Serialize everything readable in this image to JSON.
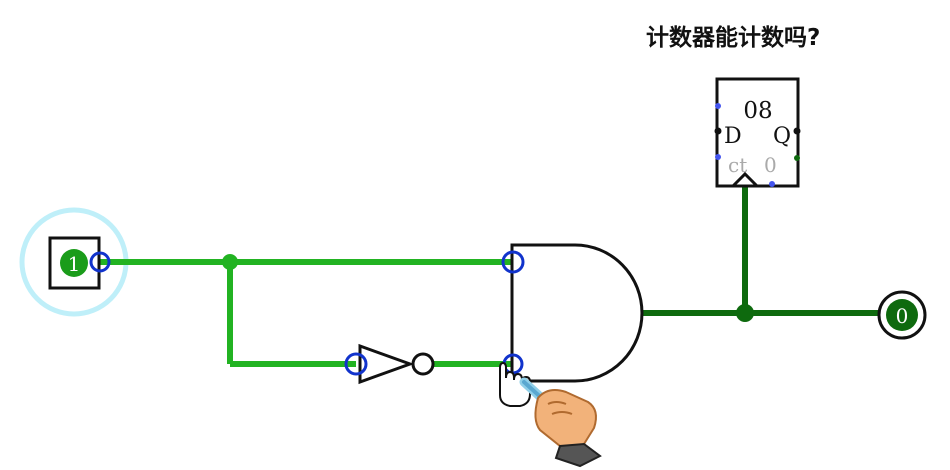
{
  "title": "计数器能计数吗?",
  "input_pin": {
    "value": "1"
  },
  "output_pin": {
    "value": "0"
  },
  "flipflop": {
    "label": "08",
    "d_label": "D",
    "q_label": "Q",
    "ctrl_label": "ct",
    "ctrl_value": "0"
  },
  "colors": {
    "wire_on": "#22b322",
    "wire_off": "#0e6a0e",
    "port_ring": "#1133cc",
    "selection_halo": "#bfeff9",
    "hand_fill": "#f2b27a"
  },
  "icons": [
    "pointer-hand-icon",
    "hand-cursor-icon"
  ]
}
